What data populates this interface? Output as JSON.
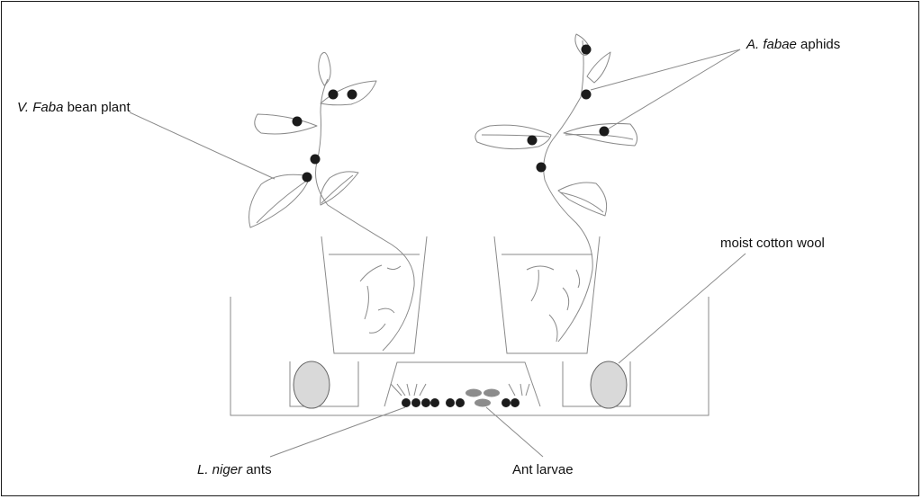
{
  "labels": {
    "bean_plant": {
      "italic": "V. Faba",
      "regular": " bean plant"
    },
    "aphids": {
      "italic": "A. fabae",
      "regular": " aphids"
    },
    "cotton": "moist cotton wool",
    "ants": {
      "italic": "L. niger",
      "regular": " ants"
    },
    "larvae": "Ant larvae"
  },
  "colors": {
    "line": "#8a8a8a",
    "aphid": "#1b1b1b",
    "cotton_fill": "#d9d9d9",
    "larva_fill": "#8c8c8c"
  }
}
